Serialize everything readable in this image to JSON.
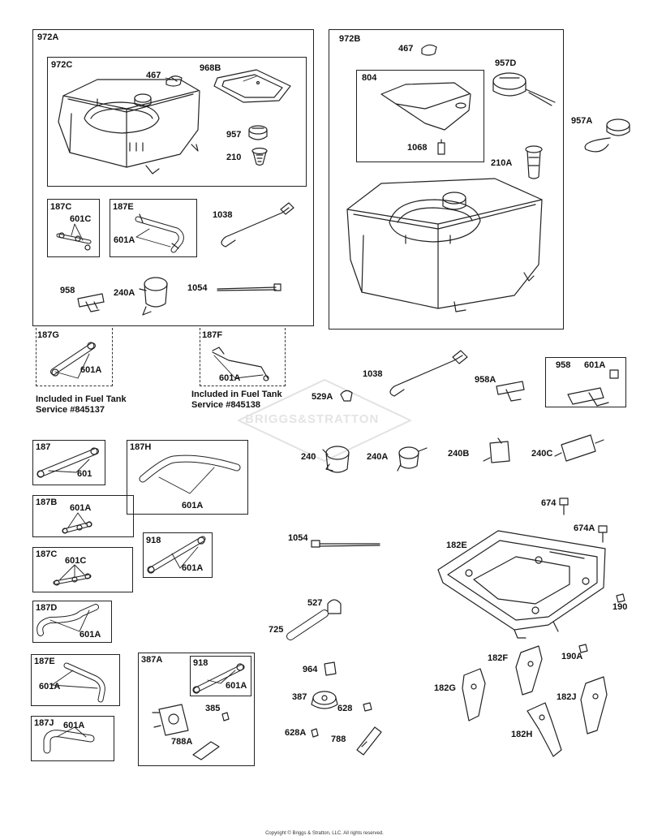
{
  "watermark": "BRIGGS&STRATTON",
  "copyright": "Copyright © Briggs & Stratton, LLC. All rights reserved.",
  "notes": {
    "fuel_tank_a": [
      "Included in Fuel Tank",
      "Service #845137"
    ],
    "fuel_tank_b": [
      "Included in Fuel Tank",
      "Service #845138"
    ]
  },
  "group_labels": {
    "g972A": "972A",
    "g972C": "972C",
    "g972B": "972B",
    "g804": "804",
    "g187C_top": "187C",
    "g187E_top": "187E",
    "g187G": "187G",
    "g187F": "187F",
    "g958_box": "958",
    "g187": "187",
    "g187H": "187H",
    "g187B": "187B",
    "g918": "918",
    "g187C": "187C",
    "g187D": "187D",
    "g187E": "187E",
    "g387A": "387A",
    "g918_b": "918",
    "g187J": "187J"
  },
  "part_labels": {
    "p467a": "467",
    "p968B": "968B",
    "p957": "957",
    "p210": "210",
    "p601C_a": "601C",
    "p601A_a": "601A",
    "p1038_a": "1038",
    "p958_a": "958",
    "p240A_a": "240A",
    "p1054_a": "1054",
    "p467b": "467",
    "p957D": "957D",
    "p957A": "957A",
    "p1068": "1068",
    "p210A": "210A",
    "p601A_g": "601A",
    "p601A_f": "601A",
    "p1038_b": "1038",
    "p529A": "529A",
    "p958A": "958A",
    "p601A_958": "601A",
    "p601_187": "601",
    "p601A_187H": "601A",
    "p240": "240",
    "p240A": "240A",
    "p240B": "240B",
    "p240C": "240C",
    "p601A_187B": "601A",
    "p601A_918": "601A",
    "p601C_187C": "601C",
    "p674": "674",
    "p674A": "674A",
    "p182E": "182E",
    "p1054_b": "1054",
    "p527": "527",
    "p725": "725",
    "p190": "190",
    "p190A": "190A",
    "p601A_187D": "601A",
    "p601A_187E": "601A",
    "p182F": "182F",
    "p964": "964",
    "p387": "387",
    "p182G": "182G",
    "p182J": "182J",
    "p601A_918b": "601A",
    "p385": "385",
    "p628": "628",
    "p628A": "628A",
    "p788A": "788A",
    "p788": "788",
    "p182H": "182H",
    "p601A_187J": "601A"
  }
}
